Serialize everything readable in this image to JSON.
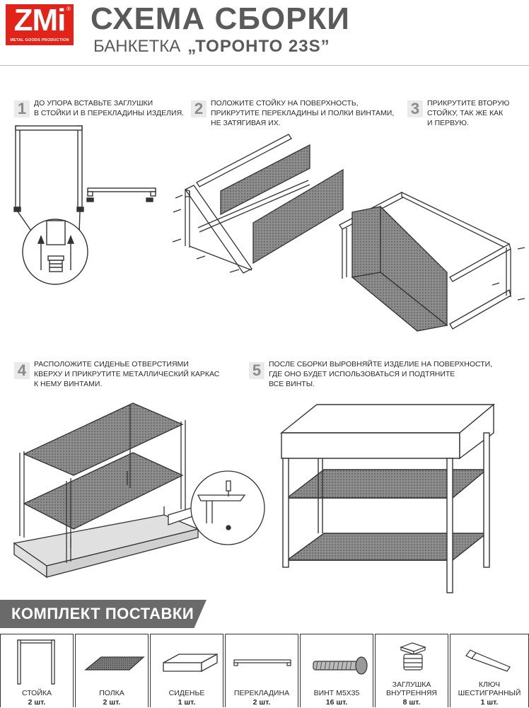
{
  "header": {
    "logo_text": "ZMi",
    "logo_registered": "®",
    "logo_subtitle": "METAL GOODS PRODUCTION",
    "title": "СХЕМА СБОРКИ",
    "product_type": "БАНКЕТКА",
    "model": "„ТОРОНТО 23S”"
  },
  "steps": [
    {
      "number": "1",
      "text": "до упора вставьте заглушки\nв стойки и в перекладины изделия."
    },
    {
      "number": "2",
      "text": "положите стойку на поверхность,\nприкрутите перекладины и полки винтами,\nне затягивая их."
    },
    {
      "number": "3",
      "text": "прикрутите вторую\nстойку, так же как\nи первую."
    },
    {
      "number": "4",
      "text": "расположите сиденье отверстиями\nкверху и прикрутите металлический каркас\nк нему винтами."
    },
    {
      "number": "5",
      "text": "после сборки выровняйте изделие на поверхности,\nгде оно будет использоваться и подтяните\nвсе винты."
    }
  ],
  "kit": {
    "title": "КОМПЛЕКТ ПОСТАВКИ",
    "parts": [
      {
        "name": "СТОЙКА",
        "qty": "2 шт.",
        "icon": "frame-post-icon"
      },
      {
        "name": "ПОЛКА",
        "qty": "2 шт.",
        "icon": "mesh-shelf-icon"
      },
      {
        "name": "СИДЕНЬЕ",
        "qty": "1 шт.",
        "icon": "seat-icon"
      },
      {
        "name": "ПЕРЕКЛАДИНА",
        "qty": "2 шт.",
        "icon": "crossbar-icon"
      },
      {
        "name": "ВИНТ М5х35",
        "qty": "16 шт.",
        "icon": "screw-icon"
      },
      {
        "name": "ЗАГЛУШКА\nВНУТРЕННЯЯ",
        "qty": "8 шт.",
        "icon": "plug-icon"
      },
      {
        "name": "КЛЮЧ\nШЕСТИГРАННЫЙ",
        "qty": "1 шт.",
        "icon": "hex-key-icon"
      }
    ]
  },
  "colors": {
    "brand": "#e2231a",
    "banner": "#6a6a6a",
    "text": "#3a3a3a"
  }
}
